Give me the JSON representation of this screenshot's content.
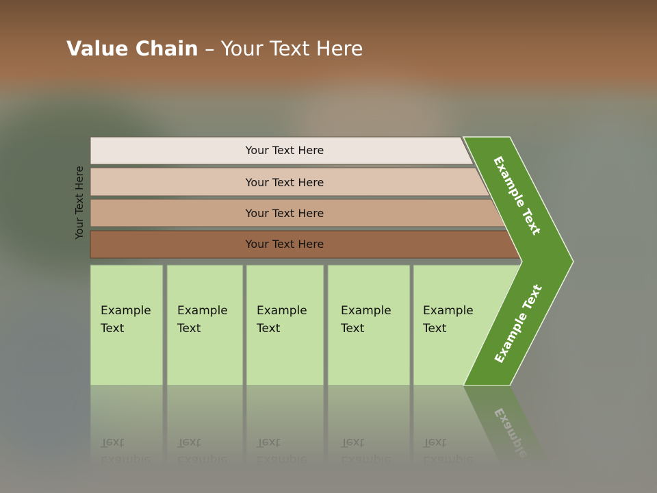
{
  "title": {
    "bold": "Value Chain",
    "rest": " – Your Text Here"
  },
  "side_label": "Your Text Here",
  "bars": [
    "Your Text Here",
    "Your Text Here",
    "Your Text Here",
    "Your Text Here"
  ],
  "boxes": [
    {
      "line1": "Example",
      "line2": "Text"
    },
    {
      "line1": "Example",
      "line2": "Text"
    },
    {
      "line1": "Example",
      "line2": "Text"
    },
    {
      "line1": "Example",
      "line2": "Text"
    },
    {
      "line1": "Example",
      "line2": "Text"
    }
  ],
  "arrow_upper_label": "Example Text",
  "arrow_lower_label": "Example Text",
  "colors": {
    "bar1": "#ece4dc",
    "bar2": "#dcc3b0",
    "bar3": "#c7a387",
    "bar4": "#98694a",
    "box": "#c4dfa3",
    "arrow": "#5e9232"
  }
}
